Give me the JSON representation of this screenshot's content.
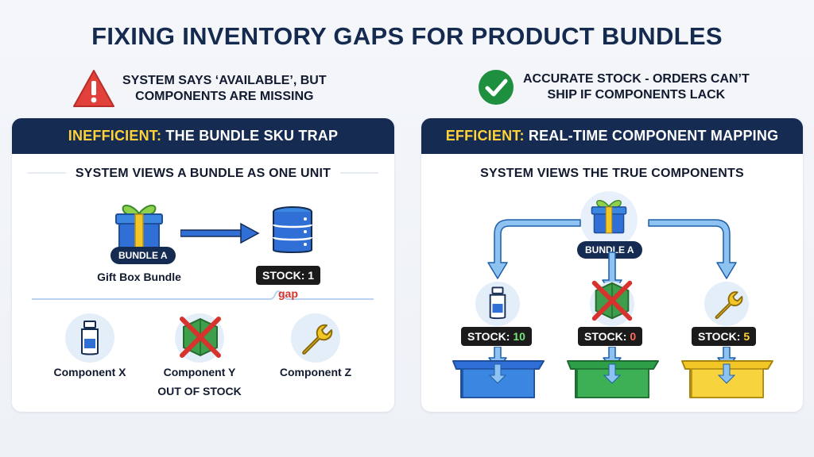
{
  "title": "FIXING INVENTORY GAPS FOR PRODUCT BUNDLES",
  "warning": {
    "line1": "SYSTEM SAYS ‘AVAILABLE’, BUT",
    "line2": "COMPONENTS ARE MISSING",
    "icon": "warning-triangle-icon",
    "color": "#e2403a"
  },
  "success": {
    "line1": "ACCURATE STOCK - ORDERS CAN’T",
    "line2": "SHIP IF COMPONENTS LACK",
    "icon": "checkmark-circle-icon",
    "color": "#1e8f3e"
  },
  "left": {
    "header_accent": "INEFFICIENT:",
    "header_rest": "THE BUNDLE SKU TRAP",
    "subtitle": "SYSTEM VIEWS A BUNDLE AS ONE UNIT",
    "bundle_badge": "BUNDLE A",
    "bundle_name": "Gift Box Bundle",
    "stock_label": "STOCK: 1",
    "gap_label": "gap",
    "components": [
      {
        "name": "Component X",
        "status": "",
        "icon": "bottle-icon"
      },
      {
        "name": "Component Y",
        "status": "OUT OF STOCK",
        "icon": "crossed-box-icon"
      },
      {
        "name": "Component Z",
        "status": "",
        "icon": "wrench-icon"
      }
    ]
  },
  "right": {
    "header_accent": "EFFICIENT:",
    "header_rest": "REAL-TIME COMPONENT MAPPING",
    "subtitle": "SYSTEM VIEWS THE TRUE COMPONENTS",
    "bundle_badge": "BUNDLE A",
    "stocks": [
      {
        "label": "STOCK: ",
        "value": "10",
        "bin_color": "#2f6fd6"
      },
      {
        "label": "STOCK: ",
        "value": "0",
        "bin_color": "#2e9e48"
      },
      {
        "label": "STOCK: ",
        "value": "5",
        "bin_color": "#f3c627"
      }
    ]
  },
  "colors": {
    "navy": "#152b52",
    "accent_yellow": "#ffd23a",
    "red": "#d8322c",
    "blue": "#2f6fd6"
  }
}
